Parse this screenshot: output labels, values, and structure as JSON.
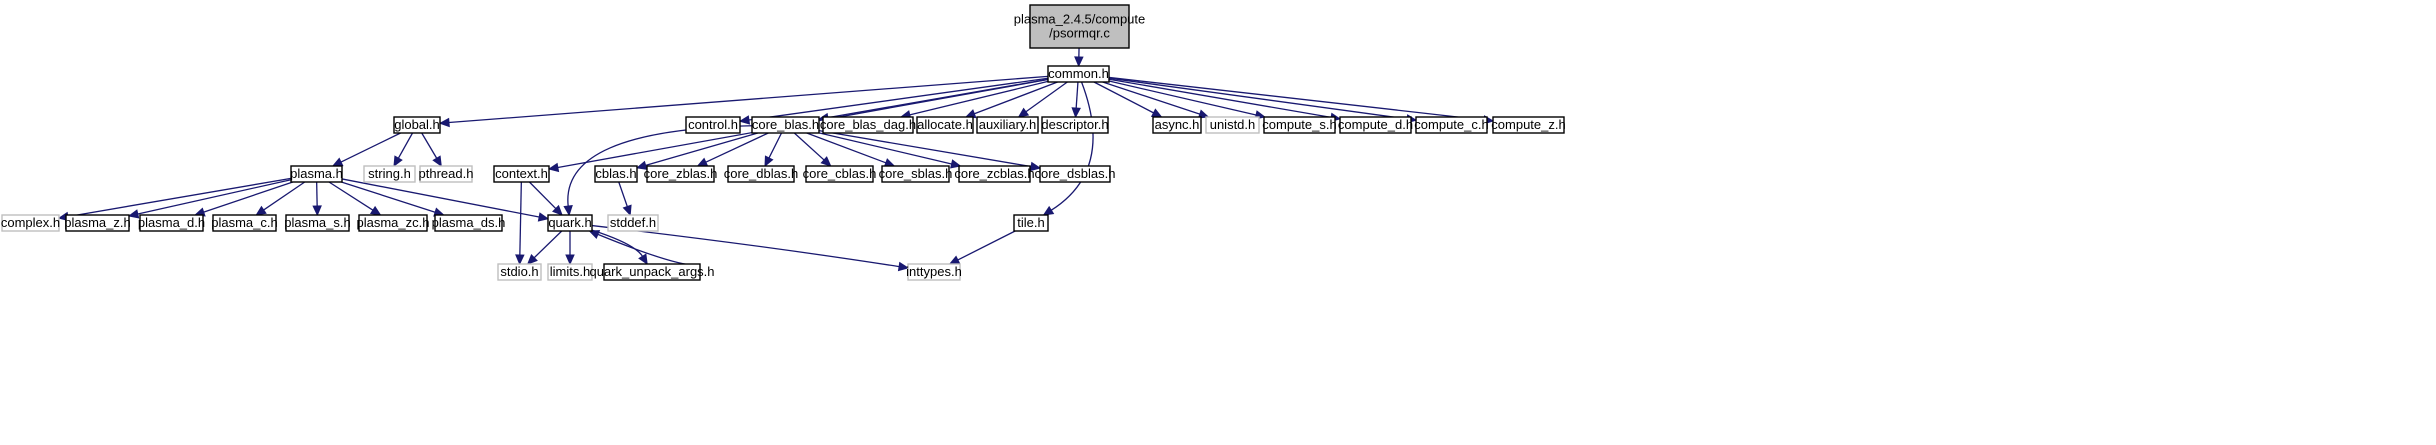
{
  "diagram": {
    "type": "include-dependency-graph",
    "colors": {
      "edge": "#191970",
      "root_fill": "#bfbfbf",
      "border": "#000000",
      "missing_border": "#bfbfbf",
      "background": "#ffffff"
    },
    "nodes": [
      {
        "id": "root",
        "lines": [
          "plasma_2.4.5/compute",
          "/psormqr.c"
        ],
        "kind": "root"
      },
      {
        "id": "common_h",
        "lines": [
          "common.h"
        ],
        "kind": "normal"
      },
      {
        "id": "global_h",
        "lines": [
          "global.h"
        ],
        "kind": "normal"
      },
      {
        "id": "control_h",
        "lines": [
          "control.h"
        ],
        "kind": "normal"
      },
      {
        "id": "core_blas_h",
        "lines": [
          "core_blas.h"
        ],
        "kind": "normal"
      },
      {
        "id": "core_blas_dag_h",
        "lines": [
          "core_blas_dag.h"
        ],
        "kind": "normal"
      },
      {
        "id": "allocate_h",
        "lines": [
          "allocate.h"
        ],
        "kind": "normal"
      },
      {
        "id": "auxiliary_h",
        "lines": [
          "auxiliary.h"
        ],
        "kind": "normal"
      },
      {
        "id": "descriptor_h",
        "lines": [
          "descriptor.h"
        ],
        "kind": "normal"
      },
      {
        "id": "async_h",
        "lines": [
          "async.h"
        ],
        "kind": "normal"
      },
      {
        "id": "unistd_h",
        "lines": [
          "unistd.h"
        ],
        "kind": "missing"
      },
      {
        "id": "compute_s_h",
        "lines": [
          "compute_s.h"
        ],
        "kind": "normal"
      },
      {
        "id": "compute_d_h",
        "lines": [
          "compute_d.h"
        ],
        "kind": "normal"
      },
      {
        "id": "compute_c_h",
        "lines": [
          "compute_c.h"
        ],
        "kind": "normal"
      },
      {
        "id": "compute_z_h",
        "lines": [
          "compute_z.h"
        ],
        "kind": "normal"
      },
      {
        "id": "plasma_h",
        "lines": [
          "plasma.h"
        ],
        "kind": "normal"
      },
      {
        "id": "string_h",
        "lines": [
          "string.h"
        ],
        "kind": "missing"
      },
      {
        "id": "pthread_h",
        "lines": [
          "pthread.h"
        ],
        "kind": "missing"
      },
      {
        "id": "context_h",
        "lines": [
          "context.h"
        ],
        "kind": "normal"
      },
      {
        "id": "cblas_h",
        "lines": [
          "cblas.h"
        ],
        "kind": "normal"
      },
      {
        "id": "core_zblas_h",
        "lines": [
          "core_zblas.h"
        ],
        "kind": "normal"
      },
      {
        "id": "core_dblas_h",
        "lines": [
          "core_dblas.h"
        ],
        "kind": "normal"
      },
      {
        "id": "core_cblas_h",
        "lines": [
          "core_cblas.h"
        ],
        "kind": "normal"
      },
      {
        "id": "core_sblas_h",
        "lines": [
          "core_sblas.h"
        ],
        "kind": "normal"
      },
      {
        "id": "core_zcblas_h",
        "lines": [
          "core_zcblas.h"
        ],
        "kind": "normal"
      },
      {
        "id": "core_dsblas_h",
        "lines": [
          "core_dsblas.h"
        ],
        "kind": "normal"
      },
      {
        "id": "complex_h",
        "lines": [
          "complex.h"
        ],
        "kind": "missing"
      },
      {
        "id": "plasma_z_h",
        "lines": [
          "plasma_z.h"
        ],
        "kind": "normal"
      },
      {
        "id": "plasma_d_h",
        "lines": [
          "plasma_d.h"
        ],
        "kind": "normal"
      },
      {
        "id": "plasma_c_h",
        "lines": [
          "plasma_c.h"
        ],
        "kind": "normal"
      },
      {
        "id": "plasma_s_h",
        "lines": [
          "plasma_s.h"
        ],
        "kind": "normal"
      },
      {
        "id": "plasma_zc_h",
        "lines": [
          "plasma_zc.h"
        ],
        "kind": "normal"
      },
      {
        "id": "plasma_ds_h",
        "lines": [
          "plasma_ds.h"
        ],
        "kind": "normal"
      },
      {
        "id": "quark_h",
        "lines": [
          "quark.h"
        ],
        "kind": "normal"
      },
      {
        "id": "stddef_h",
        "lines": [
          "stddef.h"
        ],
        "kind": "missing"
      },
      {
        "id": "tile_h",
        "lines": [
          "tile.h"
        ],
        "kind": "normal"
      },
      {
        "id": "stdio_h",
        "lines": [
          "stdio.h"
        ],
        "kind": "missing"
      },
      {
        "id": "limits_h",
        "lines": [
          "limits.h"
        ],
        "kind": "missing"
      },
      {
        "id": "quark_unpack_args_h",
        "lines": [
          "quark_unpack_args.h"
        ],
        "kind": "normal"
      },
      {
        "id": "inttypes_h",
        "lines": [
          "inttypes.h"
        ],
        "kind": "missing"
      }
    ],
    "edges": [
      [
        "root",
        "common_h"
      ],
      [
        "common_h",
        "global_h"
      ],
      [
        "common_h",
        "context_h"
      ],
      [
        "common_h",
        "control_h"
      ],
      [
        "common_h",
        "core_blas_h"
      ],
      [
        "common_h",
        "core_blas_dag_h"
      ],
      [
        "common_h",
        "allocate_h"
      ],
      [
        "common_h",
        "auxiliary_h"
      ],
      [
        "common_h",
        "descriptor_h"
      ],
      [
        "common_h",
        "tile_h"
      ],
      [
        "common_h",
        "async_h"
      ],
      [
        "common_h",
        "unistd_h"
      ],
      [
        "common_h",
        "compute_s_h"
      ],
      [
        "common_h",
        "compute_d_h"
      ],
      [
        "common_h",
        "compute_c_h"
      ],
      [
        "common_h",
        "compute_z_h"
      ],
      [
        "global_h",
        "plasma_h"
      ],
      [
        "global_h",
        "string_h"
      ],
      [
        "global_h",
        "pthread_h"
      ],
      [
        "plasma_h",
        "complex_h"
      ],
      [
        "plasma_h",
        "plasma_z_h"
      ],
      [
        "plasma_h",
        "plasma_d_h"
      ],
      [
        "plasma_h",
        "plasma_c_h"
      ],
      [
        "plasma_h",
        "plasma_s_h"
      ],
      [
        "plasma_h",
        "plasma_zc_h"
      ],
      [
        "plasma_h",
        "plasma_ds_h"
      ],
      [
        "plasma_h",
        "quark_h"
      ],
      [
        "context_h",
        "quark_h"
      ],
      [
        "context_h",
        "stdio_h"
      ],
      [
        "core_blas_h",
        "cblas_h"
      ],
      [
        "core_blas_h",
        "core_zblas_h"
      ],
      [
        "core_blas_h",
        "core_dblas_h"
      ],
      [
        "core_blas_h",
        "core_cblas_h"
      ],
      [
        "core_blas_h",
        "core_sblas_h"
      ],
      [
        "core_blas_h",
        "core_zcblas_h"
      ],
      [
        "core_blas_h",
        "core_dsblas_h"
      ],
      [
        "core_blas_h",
        "quark_h"
      ],
      [
        "cblas_h",
        "stddef_h"
      ],
      [
        "quark_h",
        "stdio_h"
      ],
      [
        "quark_h",
        "limits_h"
      ],
      [
        "quark_h",
        "quark_unpack_args_h"
      ],
      [
        "quark_h",
        "inttypes_h"
      ],
      [
        "quark_unpack_args_h",
        "quark_h"
      ],
      [
        "tile_h",
        "inttypes_h"
      ]
    ]
  }
}
